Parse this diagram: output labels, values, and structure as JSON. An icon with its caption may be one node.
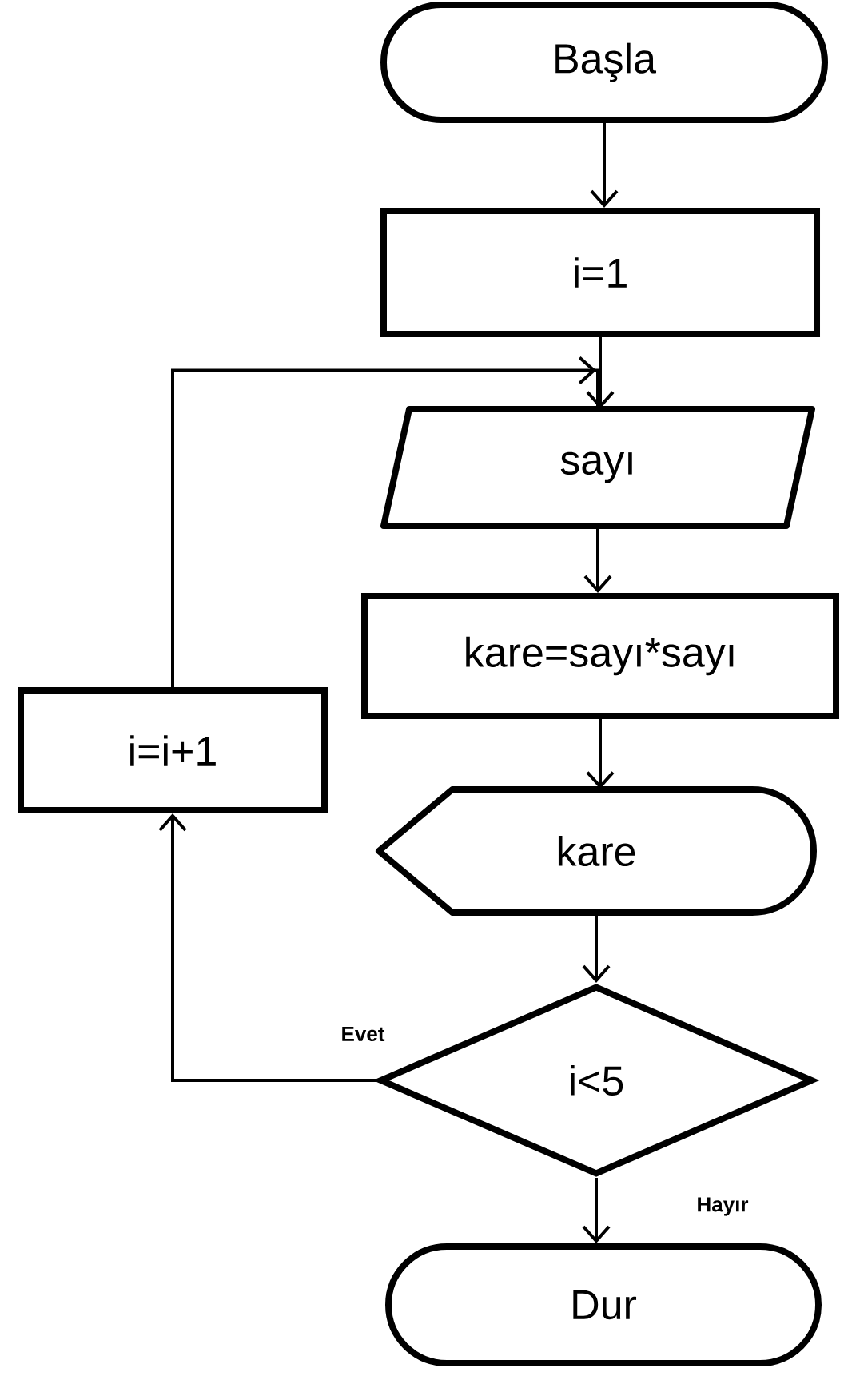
{
  "diagram": {
    "nodes": [
      {
        "text": [
          "Başla"
        ]
      },
      {
        "text": [
          "i=1"
        ]
      },
      {
        "text": [
          "sayı"
        ]
      },
      {
        "text": [
          "kare=sayı*sayı"
        ]
      },
      {
        "text": [
          "i=i+1"
        ]
      },
      {
        "text": [
          "kare"
        ]
      },
      {
        "text": [
          "i<5"
        ]
      },
      {
        "text": [
          "Dur"
        ]
      }
    ],
    "edges": [
      {
        "from": 0,
        "to": 1,
        "arrow": "to"
      },
      {
        "from": 1,
        "to": 2,
        "arrow": "to"
      },
      {
        "from": 2,
        "to": 3,
        "arrow": "to"
      },
      {
        "from": 3,
        "to": 5,
        "arrow": "to"
      },
      {
        "from": 5,
        "to": 6,
        "arrow": "to"
      },
      {
        "from": 6,
        "to": 7,
        "arrow": "to",
        "label": "Hayır"
      },
      {
        "from": 6,
        "to": 4,
        "arrow": "to",
        "label": "Evet"
      },
      {
        "from": 4,
        "to": 2,
        "arrow": "to"
      }
    ]
  }
}
